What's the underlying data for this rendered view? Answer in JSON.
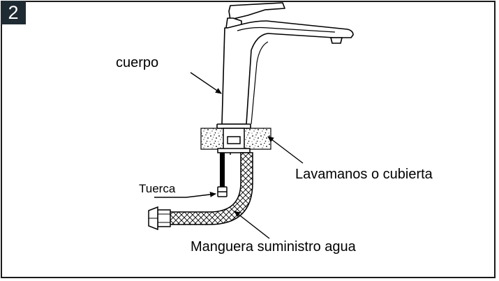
{
  "step_number": "2",
  "labels": {
    "body": "cuerpo",
    "sink": "Lavamanos o cubierta",
    "nut": "Tuerca",
    "hose": "Manguera suministro agua"
  },
  "colors": {
    "line": "#000000",
    "badge_bg": "#1f2b33",
    "badge_text": "#ffffff",
    "border": "#1a1a1a"
  }
}
